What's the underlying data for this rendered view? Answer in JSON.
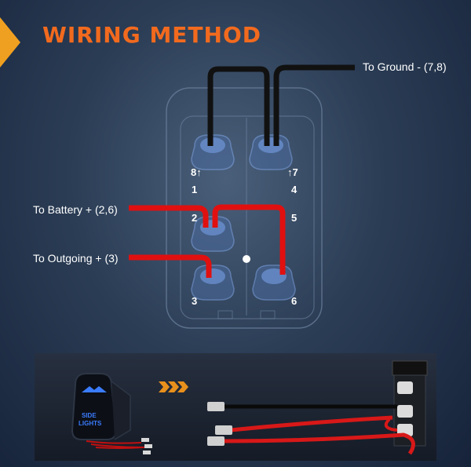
{
  "title": "WIRING METHOD",
  "labels": {
    "ground": "To Ground - (7,8)",
    "battery": "To Battery + (2,6)",
    "outgoing": "To Outgoing + (3)"
  },
  "pins": {
    "p8": "8↑",
    "p7": "↑7",
    "p1": "1",
    "p4": "4",
    "p2": "2",
    "p5": "5",
    "p3": "3",
    "p6": "6"
  },
  "switch_label": "SIDE\nLIGHTS",
  "colors": {
    "title": "#f26a1e",
    "accent": "#f0a020",
    "ground_wire": "#111111",
    "positive_wire": "#e01010",
    "terminal_glow": "#5a8cf0"
  }
}
